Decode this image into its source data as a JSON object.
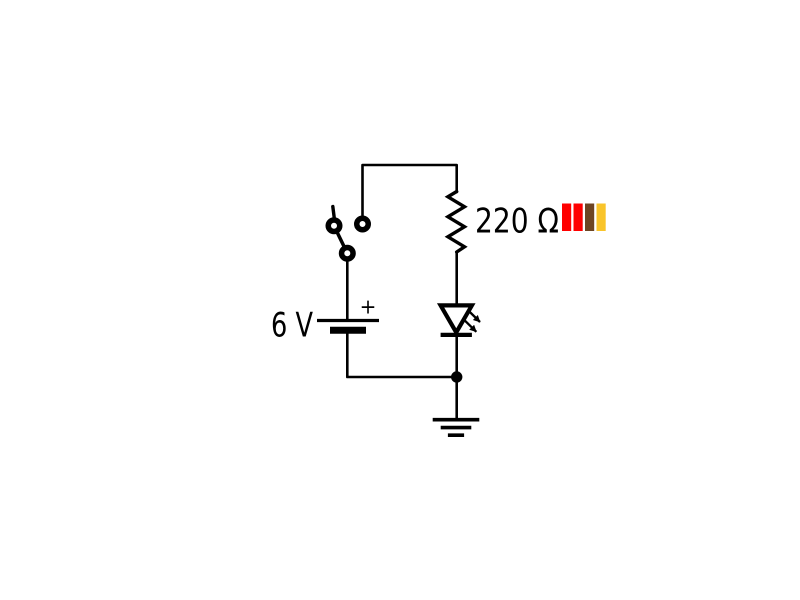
{
  "circuit": {
    "background_color": "#ffffff",
    "wire_color": "#000000",
    "battery": {
      "label": "6 V",
      "polarity_sign": "+"
    },
    "switch": {
      "state": "open"
    },
    "resistor": {
      "label": "220 Ω",
      "color_bands": [
        {
          "name": "red",
          "color": "#ff0000"
        },
        {
          "name": "red",
          "color": "#ff0000"
        },
        {
          "name": "brown",
          "color": "#6e4523"
        },
        {
          "name": "gold",
          "color": "#f9c42a"
        }
      ]
    },
    "led": {
      "state": "emitting"
    },
    "ground": {
      "type": "earth"
    }
  }
}
